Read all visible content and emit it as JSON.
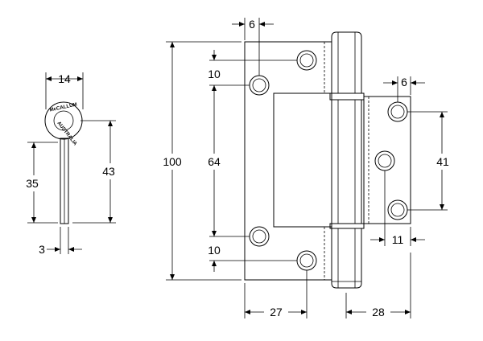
{
  "logo": {
    "line1": "McCALLUM",
    "line2": "AUSTRALIA"
  },
  "dimensions": {
    "pin_head_width": "14",
    "pin_total_height": "43",
    "pin_shaft_height": "35",
    "pin_shaft_width": "3",
    "hinge_height": "100",
    "leaf_hole_offset_x": "6",
    "top_hole_offset": "10",
    "hole_spacing": "64",
    "bottom_hole_offset": "10",
    "leaf_width": "27",
    "flap_hole_offset_x": "6",
    "flap_hole_spacing": "41",
    "flap_hole_edge": "11",
    "flap_width": "28"
  }
}
